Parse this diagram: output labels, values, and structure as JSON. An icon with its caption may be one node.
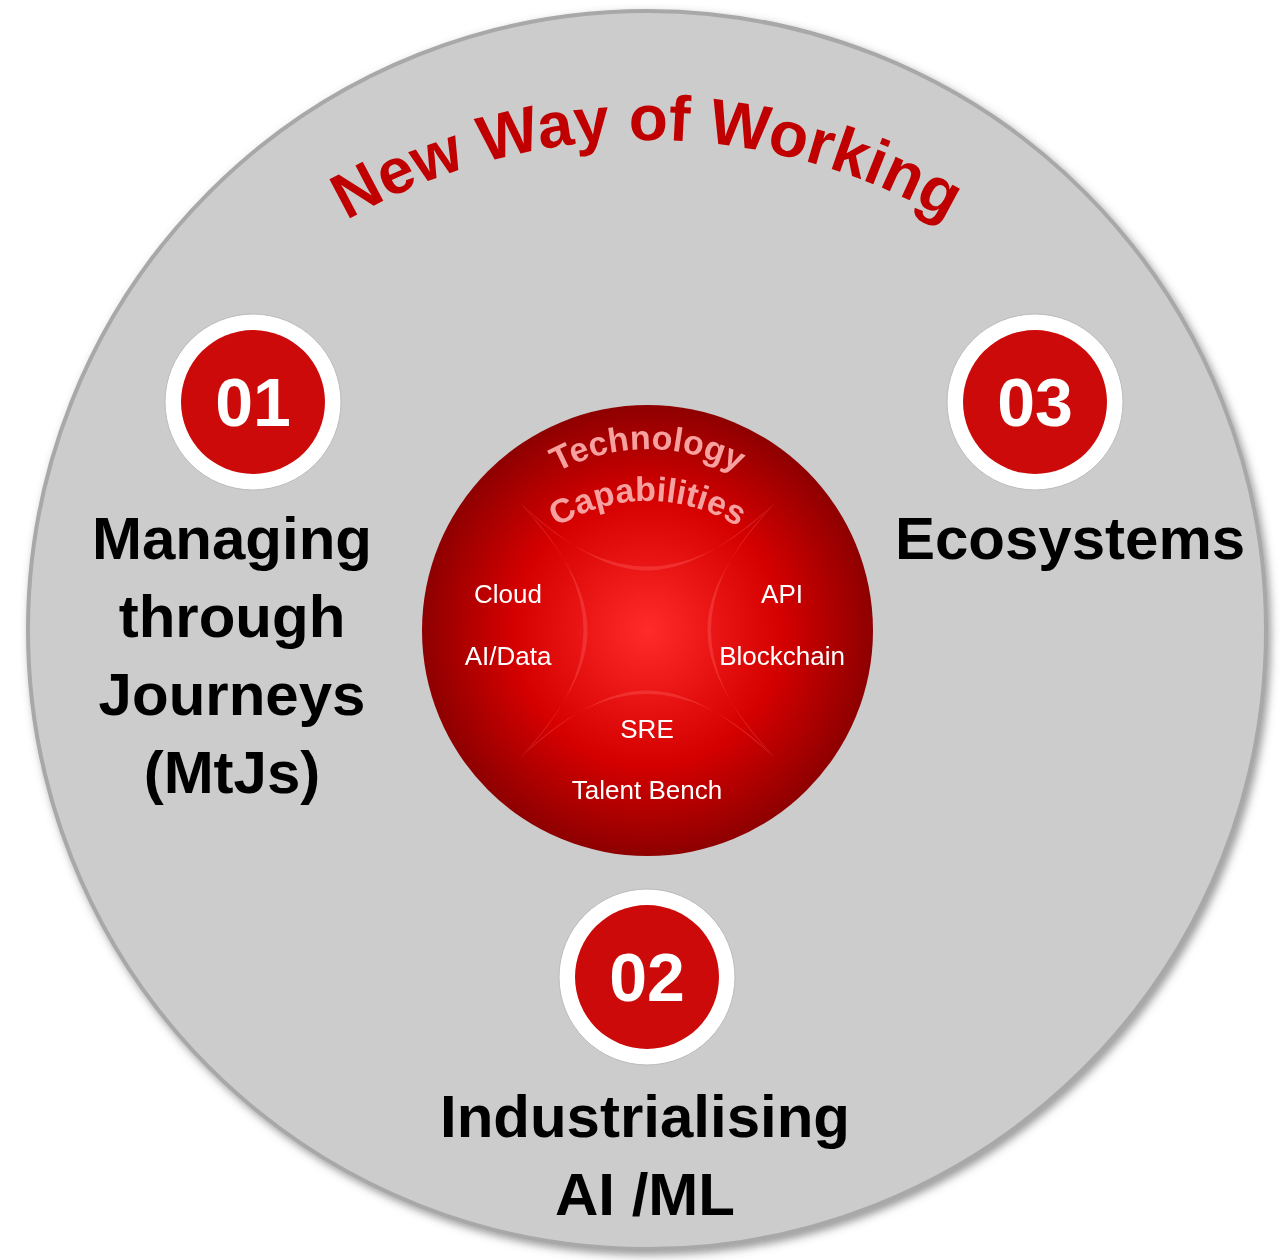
{
  "diagram": {
    "nodes": [
      {
        "text": [
          "New Way of Working"
        ]
      },
      {
        "text": [
          "Technology Capabilities",
          "Cloud",
          "API",
          "AI/Data",
          "Blockchain",
          "SRE",
          "Talent Bench"
        ],
        "in": 0
      },
      {
        "text": [
          "01"
        ],
        "in": 0,
        "beside": [
          "Managing through Journeys (MtJs)"
        ]
      },
      {
        "text": [
          "03"
        ],
        "in": 0,
        "beside": [
          "Ecosystems"
        ]
      },
      {
        "text": [
          "02"
        ],
        "in": 0,
        "beside": [
          "Industrialising AI /ML"
        ]
      }
    ]
  }
}
